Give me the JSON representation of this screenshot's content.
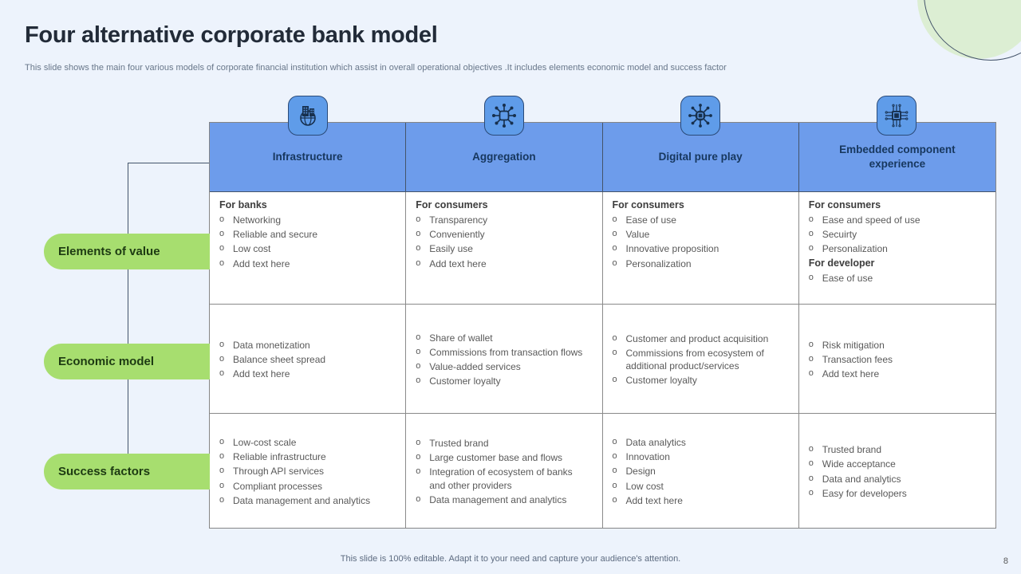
{
  "slide": {
    "title": "Four alternative corporate bank model",
    "subtitle": "This slide shows the main four various models of corporate financial institution which assist in overall operational objectives .It includes elements economic model and success factor",
    "footer": "This slide is 100% editable. Adapt it to your need and capture your audience's attention.",
    "page_number": "8"
  },
  "colors": {
    "background": "#edf3fc",
    "header_blue": "#6d9ceb",
    "badge_blue": "#5f9ce9",
    "header_text": "#17375e",
    "pill_green": "#a7de6f",
    "pill_text": "#1d3a12",
    "cell_border_gray": "#8a8a8a",
    "connector_navy": "#44546a",
    "body_text": "#595959",
    "deco_circle_green": "#dceed3"
  },
  "row_labels": [
    "Elements of value",
    "Economic model",
    "Success factors"
  ],
  "columns": [
    {
      "header": "Infrastructure",
      "icon": "city-globe-icon",
      "cells": [
        {
          "sections": [
            {
              "heading": "For banks",
              "bullets": [
                "Networking",
                "Reliable and secure",
                "Low cost",
                "Add text here"
              ]
            }
          ]
        },
        {
          "sections": [
            {
              "bullets": [
                "Data monetization",
                "Balance sheet spread",
                "Add text here"
              ]
            }
          ]
        },
        {
          "sections": [
            {
              "bullets": [
                "Low-cost scale",
                "Reliable infrastructure",
                "Through API services",
                "Compliant processes",
                "Data management and analytics"
              ]
            }
          ]
        }
      ]
    },
    {
      "header": "Aggregation",
      "icon": "network-hub-icon",
      "cells": [
        {
          "sections": [
            {
              "heading": "For consumers",
              "bullets": [
                "Transparency",
                " Conveniently",
                "Easily use",
                "Add text here"
              ]
            }
          ]
        },
        {
          "sections": [
            {
              "bullets": [
                "Share of wallet",
                "Commissions from transaction flows",
                "Value-added services",
                "Customer loyalty"
              ]
            }
          ]
        },
        {
          "sections": [
            {
              "bullets": [
                "Trusted brand",
                "Large customer base and flows",
                "Integration of ecosystem of banks and other providers",
                "Data management and analytics"
              ]
            }
          ]
        }
      ]
    },
    {
      "header": "Digital pure play",
      "icon": "digital-hub-chip-icon",
      "cells": [
        {
          "sections": [
            {
              "heading": "For consumers",
              "bullets": [
                "Ease of use",
                "Value",
                "Innovative proposition",
                "Personalization"
              ]
            }
          ]
        },
        {
          "sections": [
            {
              "bullets": [
                "Customer and product acquisition",
                "Commissions from ecosystem of additional product/services",
                "Customer loyalty"
              ]
            }
          ]
        },
        {
          "sections": [
            {
              "bullets": [
                "Data analytics",
                "Innovation",
                "Design",
                "Low cost",
                "Add text here"
              ]
            }
          ]
        }
      ]
    },
    {
      "header": "Embedded component experience",
      "icon": "microchip-icon",
      "cells": [
        {
          "sections": [
            {
              "heading": "For consumers",
              "bullets": [
                "Ease and speed of use",
                "Secuirty",
                "Personalization"
              ]
            },
            {
              "heading": "For developer",
              "bullets": [
                "Ease of use"
              ]
            }
          ]
        },
        {
          "sections": [
            {
              "bullets": [
                "Risk mitigation",
                "Transaction fees",
                "Add text here"
              ]
            }
          ]
        },
        {
          "sections": [
            {
              "bullets": [
                "Trusted brand",
                "Wide acceptance",
                "Data and analytics",
                "Easy for developers"
              ]
            }
          ]
        }
      ]
    }
  ]
}
